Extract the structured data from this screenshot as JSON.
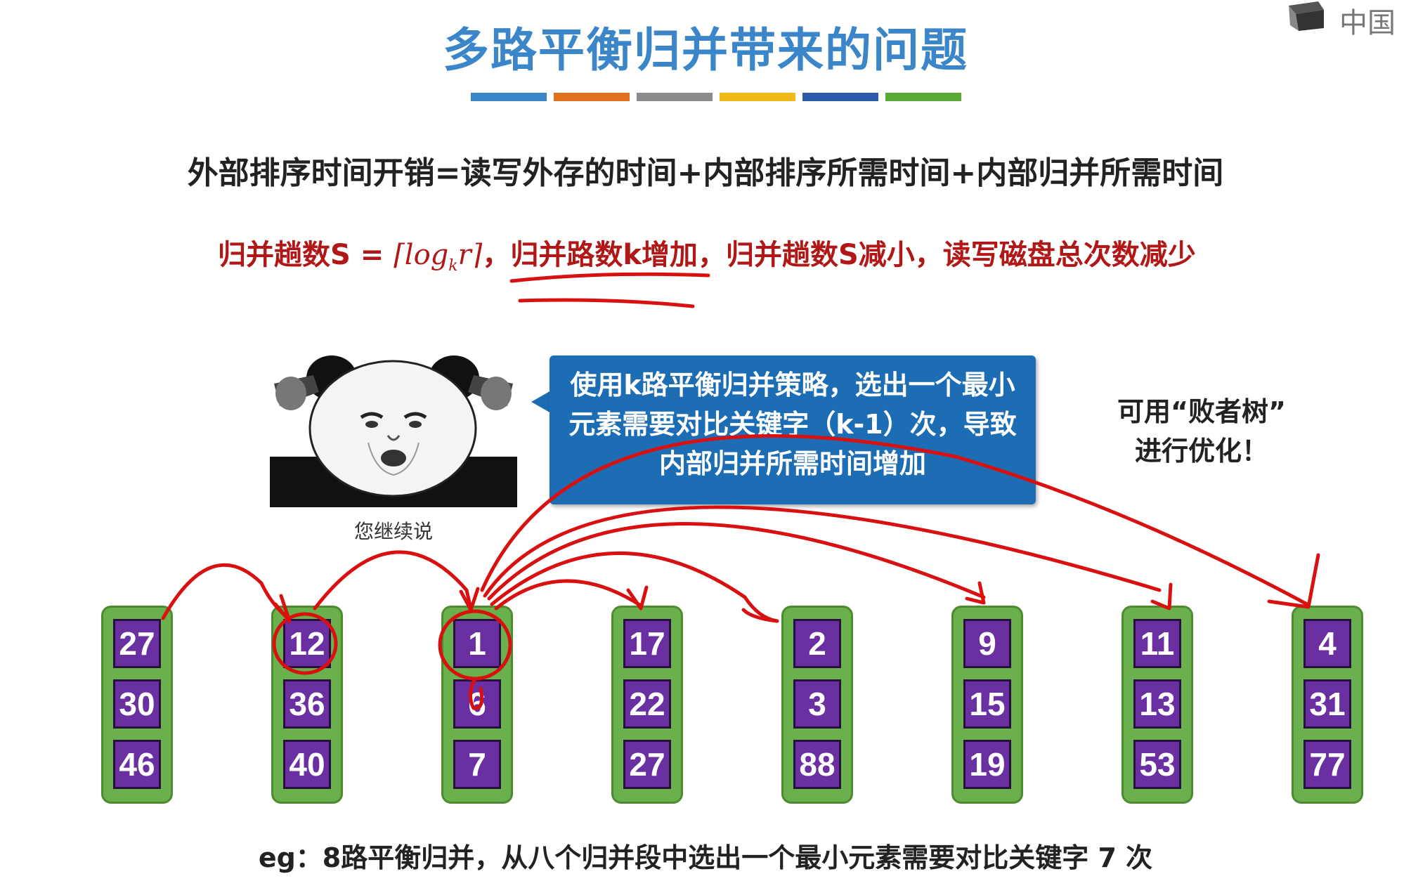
{
  "title": "多路平衡归并带来的问题",
  "color_bars": [
    "#3a86c8",
    "#e07020",
    "#8c8c8c",
    "#f0b818",
    "#2a5aa8",
    "#5aa838"
  ],
  "formula": "外部排序时间开销=读写外存的时间+内部排序所需时间+内部归并所需时间",
  "red_line": {
    "part1": "归并趟数S = ",
    "math_ceil_open": "⌈",
    "math_log": "log",
    "math_sub": "k",
    "math_r": "r",
    "math_ceil_close": "⌉",
    "part2": "，归并路数k增加，归并趟数S减小，读写磁盘总次数减少"
  },
  "meme_caption": "您继续说",
  "bubble_lines": [
    "使用k路平衡归并策略，选出一个最小",
    "元素需要对比关键字（k-1）次，导致",
    "内部归并所需时间增加"
  ],
  "hint_lines": [
    "可用“败者树”",
    "进行优化！"
  ],
  "columns": [
    [
      "27",
      "30",
      "46"
    ],
    [
      "12",
      "36",
      "40"
    ],
    [
      "1",
      "6",
      "7"
    ],
    [
      "17",
      "22",
      "27"
    ],
    [
      "2",
      "3",
      "88"
    ],
    [
      "9",
      "15",
      "19"
    ],
    [
      "11",
      "13",
      "53"
    ],
    [
      "4",
      "31",
      "77"
    ]
  ],
  "eg": "eg：8路平衡归并，从八个归并段中选出一个最小元素需要对比关键字 7 次",
  "logo_text": "中国",
  "colors": {
    "title": "#3a86c8",
    "red": "#b01818",
    "bubble": "#1d6db4",
    "column_green": "#6ab04c",
    "cell_purple": "#6a2fa0",
    "ink": "#d81010"
  }
}
